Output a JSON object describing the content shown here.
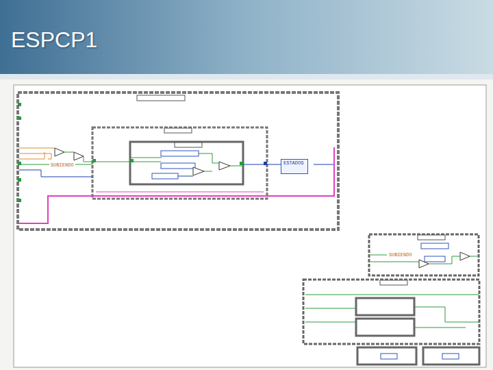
{
  "diagram": {
    "title": "ESPCP1",
    "nodes": [
      {
        "text": [
          "ESTADOS"
        ]
      }
    ],
    "labels": [
      "SUBIENDO",
      "SUBIENDO"
    ]
  }
}
